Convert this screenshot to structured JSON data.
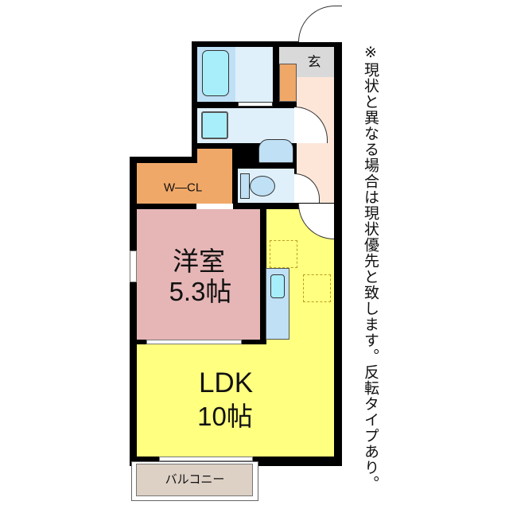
{
  "rooms": {
    "western": {
      "name": "洋室",
      "size": "5.3帖"
    },
    "ldk": {
      "name": "LDK",
      "size": "10帖"
    },
    "walk_in_closet": "W—CL",
    "entrance": "玄",
    "balcony": "バルコニー"
  },
  "note": "※現状と異なる場合は現状優先と致します。反転タイプあり。",
  "colors": {
    "western": "#e6b6b6",
    "ldk": "#ffff80",
    "closet": "#f0a868",
    "wet": "#dff0fb",
    "hall": "#fde6d8",
    "entrance": "#d9d9d9",
    "balcony": "#ddd0c5"
  }
}
